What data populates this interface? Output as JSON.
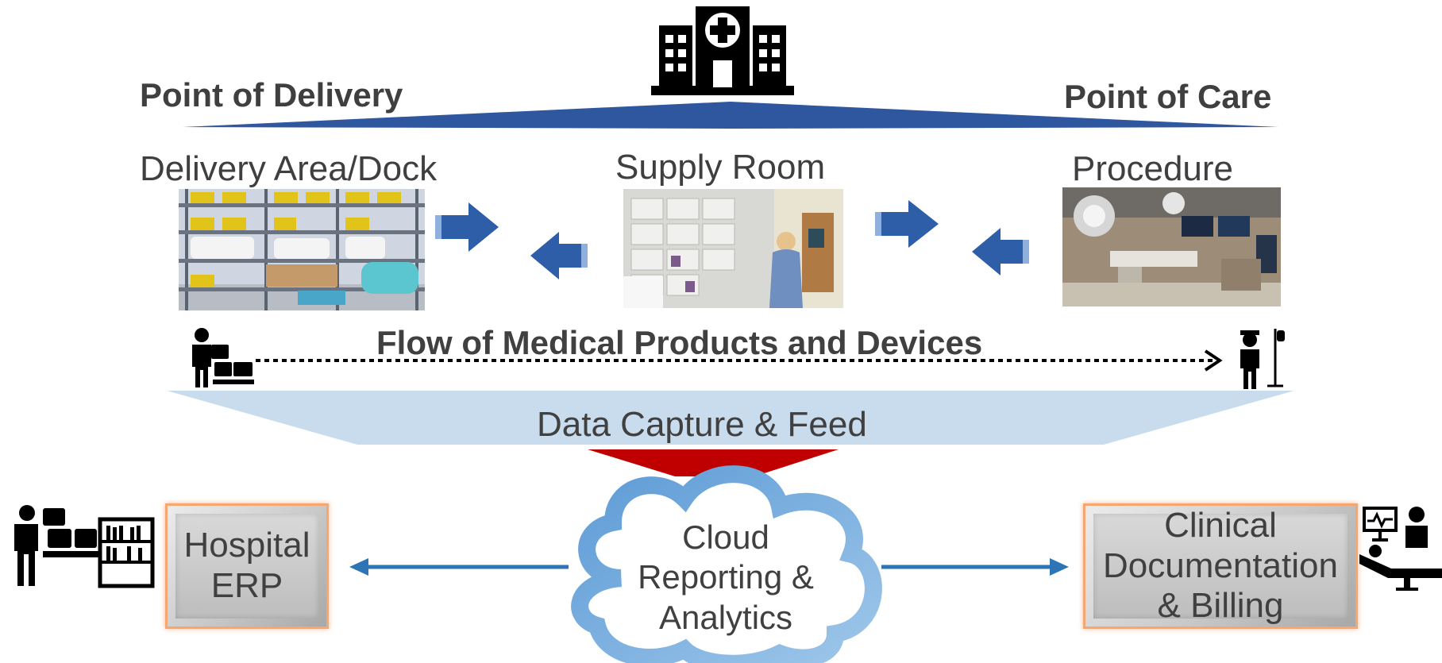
{
  "header": {
    "left": "Point of Delivery",
    "right": "Point of Care"
  },
  "locations": [
    {
      "label": "Delivery Area/Dock"
    },
    {
      "label": "Supply Room"
    },
    {
      "label": "Procedure"
    }
  ],
  "flow_label": "Flow of Medical Products and Devices",
  "capture_label": "Data Capture & Feed",
  "hub": {
    "line1": "Cloud",
    "line2": "Reporting &",
    "line3": "Analytics"
  },
  "left_box": {
    "line1": "Hospital",
    "line2": "ERP"
  },
  "right_box": {
    "line1": "Clinical",
    "line2": "Documentation",
    "line3": "& Billing"
  },
  "colors": {
    "accent_blue": "#2f57a0",
    "light_blue": "#c9dcee",
    "red": "#c00000",
    "box_border": "#f4a771",
    "text": "#3f3f3f"
  },
  "icons": [
    "hospital-icon",
    "worker-boxes-icon",
    "nurse-iv-icon",
    "worker-shelf-icon",
    "patient-monitor-icon",
    "cloud-icon"
  ]
}
